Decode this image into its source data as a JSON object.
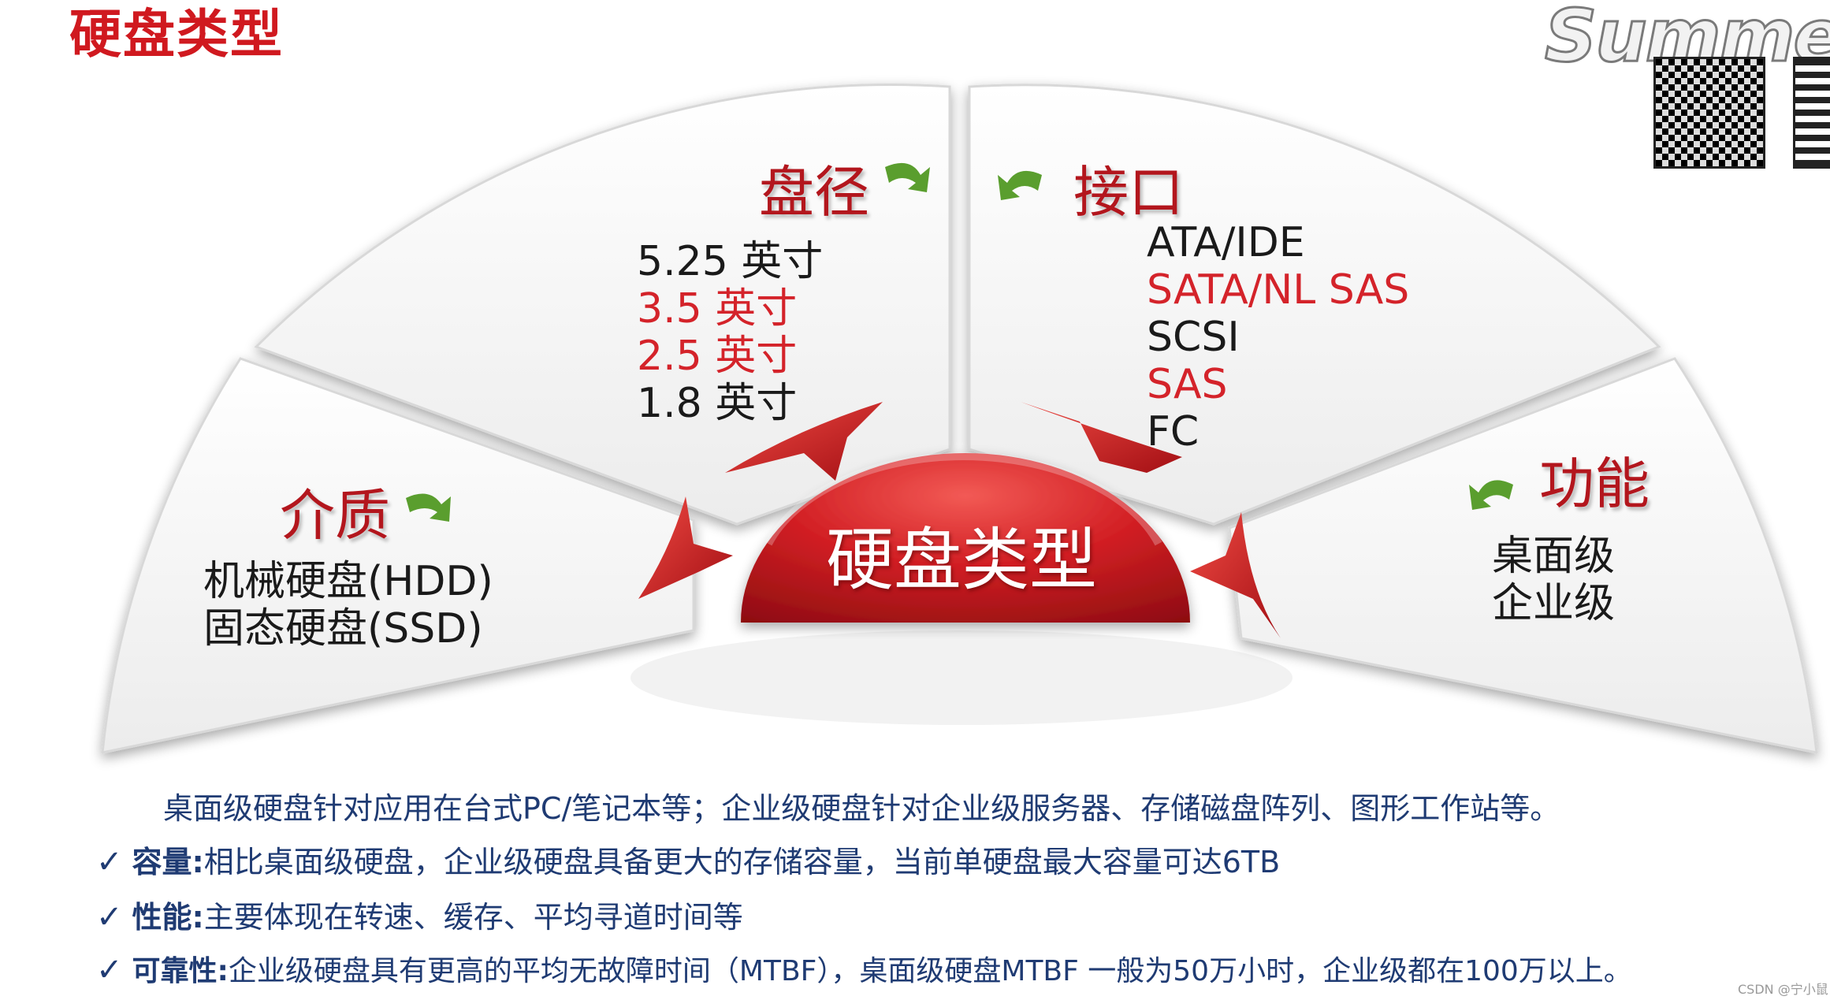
{
  "title": "硬盘类型",
  "center_label": "硬盘类型",
  "watermark": "Summer",
  "credit": "CSDN @宁小鼠",
  "categories": {
    "media": {
      "label": "介质",
      "items": [
        {
          "text": "机械硬盘(HDD)",
          "red": false
        },
        {
          "text": "固态硬盘(SSD)",
          "red": false
        }
      ]
    },
    "diameter": {
      "label": "盘径",
      "items": [
        {
          "text": "5.25 英寸",
          "red": false
        },
        {
          "text": "3.5 英寸",
          "red": true
        },
        {
          "text": "2.5 英寸",
          "red": true
        },
        {
          "text": "1.8 英寸",
          "red": false
        }
      ]
    },
    "interface": {
      "label": "接口",
      "items": [
        {
          "text": "ATA/IDE",
          "red": false
        },
        {
          "text": "SATA/NL SAS",
          "red": true
        },
        {
          "text": "SCSI",
          "red": false
        },
        {
          "text": "SAS",
          "red": true
        },
        {
          "text": "FC",
          "red": false
        }
      ]
    },
    "function": {
      "label": "功能",
      "items": [
        {
          "text": "桌面级",
          "red": false
        },
        {
          "text": "企业级",
          "red": false
        }
      ]
    }
  },
  "notes": {
    "intro": "桌面级硬盘针对应用在台式PC/笔记本等；企业级硬盘针对企业级服务器、存储磁盘阵列、图形工作站等。",
    "check_mark": "✓",
    "capacity": {
      "label": "容量:",
      "text": "相比桌面级硬盘，企业级硬盘具备更大的存储容量，当前单硬盘最大容量可达6TB"
    },
    "performance": {
      "label": "性能:",
      "text": "主要体现在转速、缓存、平均寻道时间等"
    },
    "reliability": {
      "label": "可靠性:",
      "text": "企业级硬盘具有更高的平均无故障时间（MTBF），桌面级硬盘MTBF 一般为50万小时，企业级都在100万以上。"
    }
  },
  "colors": {
    "accent_red": "#d0191f",
    "dark_red": "#b3161d",
    "note_blue": "#1f3b73",
    "arrow_green": "#5a9e2e"
  }
}
